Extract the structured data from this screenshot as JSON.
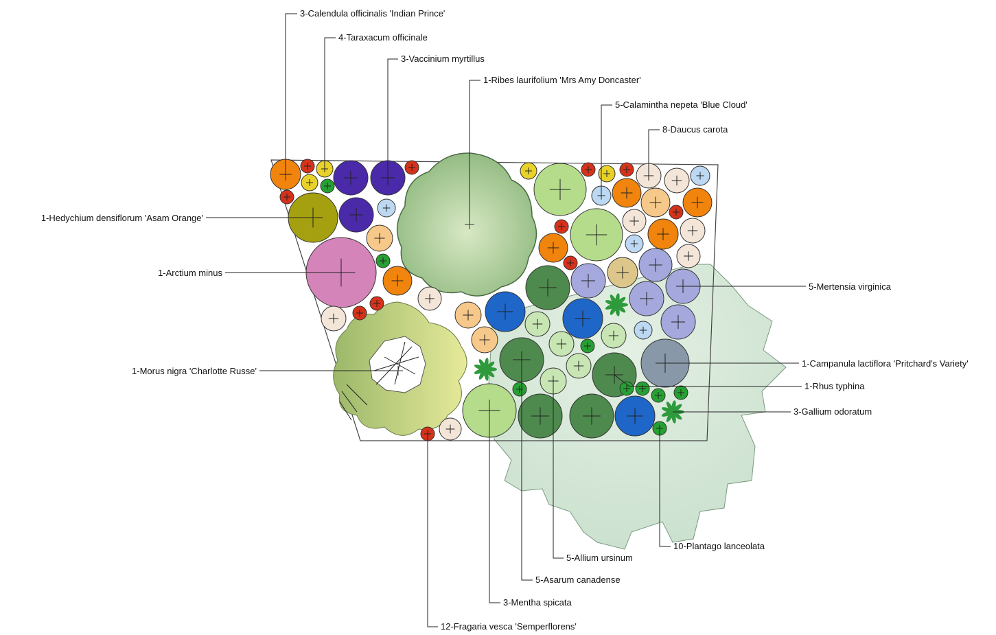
{
  "labels": {
    "calendula": "3-Calendula officinalis 'Indian Prince'",
    "taraxacum": "4-Taraxacum officinale",
    "vaccinium": "3-Vaccinium myrtillus",
    "ribes": "1-Ribes laurifolium 'Mrs Amy Doncaster'",
    "calamintha": "5-Calamintha nepeta 'Blue Cloud'",
    "daucus": "8-Daucus carota",
    "hedychium": "1-Hedychium densiflorum 'Asam Orange'",
    "arctium": "1-Arctium minus",
    "mertensia": "5-Mertensia virginica",
    "morus": "1-Morus nigra 'Charlotte Russe'",
    "campanula": "1-Campanula lactiflora 'Pritchard's Variety'",
    "rhus": "1-Rhus typhina",
    "gallium": "3-Gallium odoratum",
    "plantago": "10-Plantago lanceolata",
    "allium": "5-Allium ursinum",
    "asarum": "5-Asarum canadense",
    "mentha": "3-Mentha spicata",
    "fragaria": "12-Fragaria vesca 'Semperflorens'"
  },
  "colors": {
    "shade_area": "#d6e8d6",
    "red_strawberry": "#d4321a",
    "yellow_calendula": "#e8d22a",
    "purple_vaccinium": "#4a2aa8",
    "green_ribes": "#b7d4a0",
    "orange": "#f0840c",
    "peach": "#f6c88a",
    "cream": "#f3e6d8",
    "light_blue": "#bcd8f2",
    "olive_hedychium": "#a5a010",
    "pink_arctium": "#d484b8",
    "lilac_mertensia": "#a4a8dc",
    "dark_green": "#4e8a4e",
    "blue": "#1e66c8",
    "slate_campanula": "#8898a8",
    "light_green": "#b4dc8a",
    "pale_green": "#c8e6b4",
    "bright_green": "#26a032",
    "tan": "#dcc68a"
  }
}
